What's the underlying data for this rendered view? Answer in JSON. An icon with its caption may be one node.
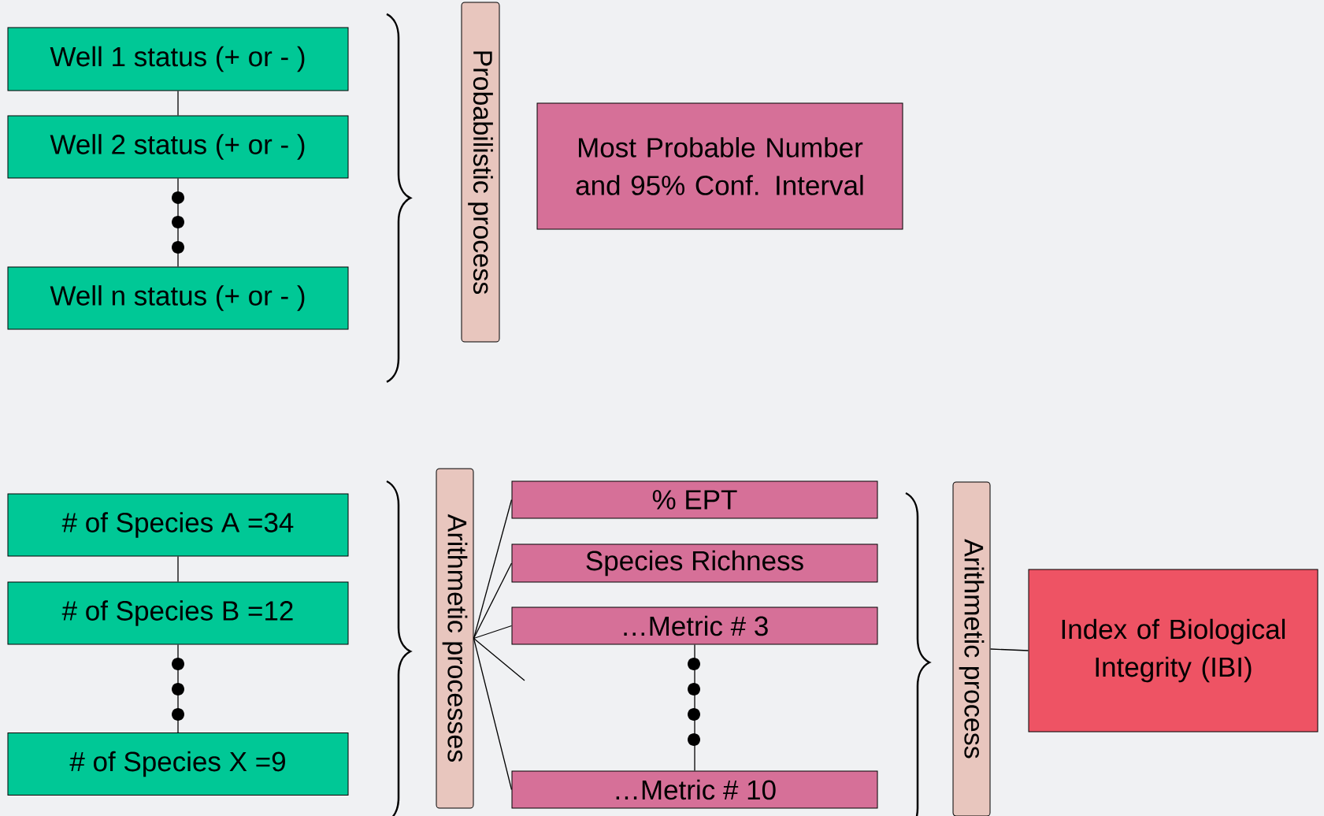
{
  "diagram": {
    "nodes": [
      {
        "text": [
          "Well 1 status (+ or - )"
        ]
      },
      {
        "text": [
          "Well 2 status (+ or - )"
        ]
      },
      {
        "text": [
          "Well n status (+ or - )"
        ]
      },
      {
        "text": [
          "Probabilistic process"
        ]
      },
      {
        "text": [
          "Most Probable Number and 95% Conf. Interval"
        ]
      },
      {
        "text": [
          "# of Species A =34"
        ]
      },
      {
        "text": [
          "# of Species B =12"
        ]
      },
      {
        "text": [
          "# of Species X =9"
        ]
      },
      {
        "text": [
          "Arithmetic processes"
        ]
      },
      {
        "text": [
          "% EPT"
        ]
      },
      {
        "text": [
          "Species Richness"
        ]
      },
      {
        "text": [
          "…Metric # 3"
        ]
      },
      {
        "text": [
          "…Metric # 10"
        ]
      },
      {
        "text": [
          "Arithmetic process"
        ]
      },
      {
        "text": [
          "Index of Biological Integrity (IBI)"
        ]
      }
    ],
    "edges": [
      {
        "from": 0,
        "to": 1,
        "arrow": "none"
      },
      {
        "from": 1,
        "to": 2,
        "arrow": "none"
      },
      {
        "from": 5,
        "to": 6,
        "arrow": "none"
      },
      {
        "from": 6,
        "to": 7,
        "arrow": "none"
      },
      {
        "from": 8,
        "to": 9,
        "arrow": "none"
      },
      {
        "from": 8,
        "to": 10,
        "arrow": "none"
      },
      {
        "from": 8,
        "to": 11,
        "arrow": "none"
      },
      {
        "from": 8,
        "to": 12,
        "arrow": "none"
      },
      {
        "from": 8,
        "to": null,
        "arrow": "none"
      },
      {
        "from": 11,
        "to": 12,
        "arrow": "none"
      },
      {
        "from": 13,
        "to": 14,
        "arrow": "none"
      }
    ]
  }
}
